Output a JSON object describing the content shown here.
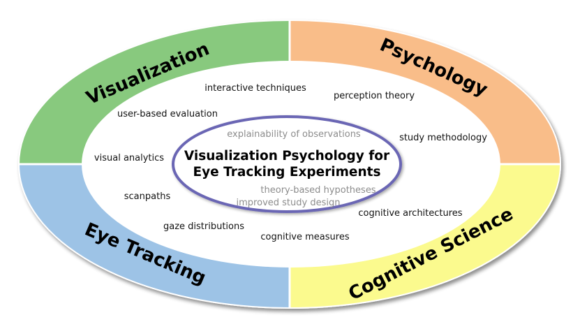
{
  "quadrants": {
    "visualization": {
      "label": "Visualization",
      "color": "#88c97e"
    },
    "psychology": {
      "label": "Psychology",
      "color": "#f9bd89"
    },
    "eye_tracking": {
      "label": "Eye Tracking",
      "color": "#9dc3e6"
    },
    "cognitive_science": {
      "label": "Cognitive Science",
      "color": "#fbfa8e"
    }
  },
  "center": {
    "title_line1": "Visualization Psychology for",
    "title_line2": "Eye Tracking Experiments",
    "border_color": "#6b66b4"
  },
  "topics": {
    "interactive_techniques": "interactive techniques",
    "perception_theory": "perception theory",
    "user_based_evaluation": "user-based evaluation",
    "study_methodology": "study methodology",
    "visual_analytics": "visual analytics",
    "scanpaths": "scanpaths",
    "cognitive_architectures": "cognitive architectures",
    "gaze_distributions": "gaze distributions",
    "cognitive_measures": "cognitive measures"
  },
  "grey_topics": {
    "explainability": "explainability of observations",
    "theory_hypotheses": "theory-based hypotheses",
    "improved_design": "improved study design"
  }
}
